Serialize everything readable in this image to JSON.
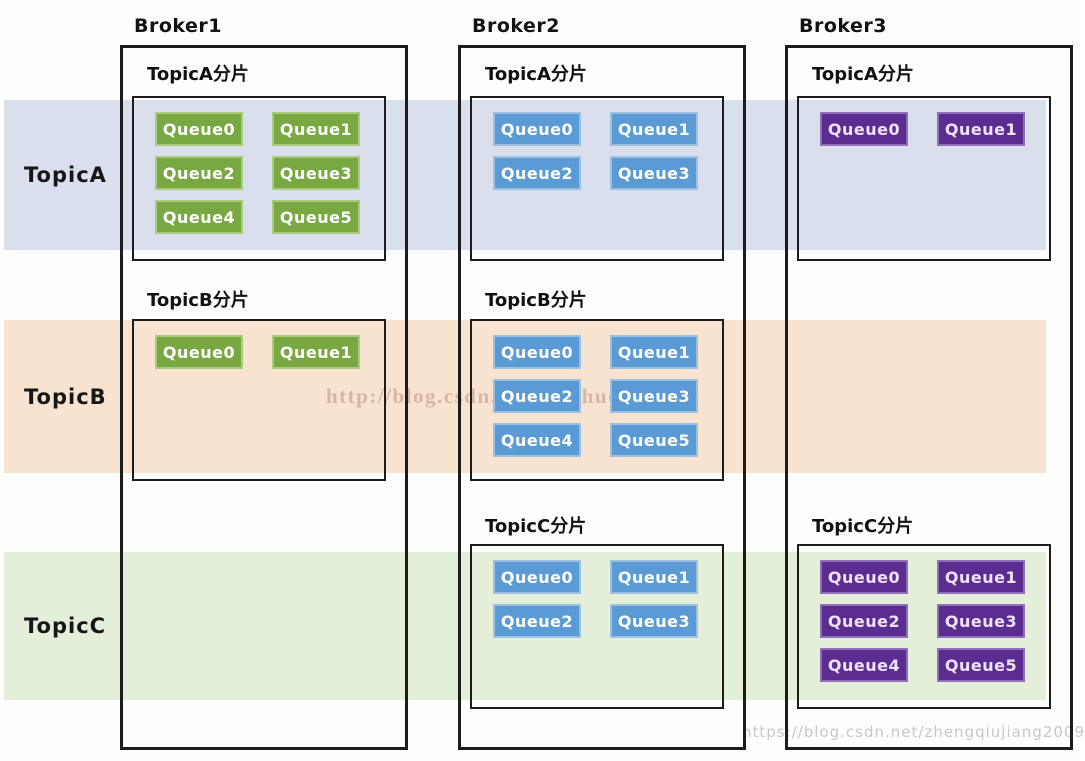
{
  "watermarks": {
    "center": "http://blog.csdn.net/binzhuomobile",
    "bottom_right": "https://blog.csdn.net/zhengqiujiang2009"
  },
  "colors": {
    "band_topic_a": "#dadfee",
    "band_topic_b": "#f8e3d1",
    "band_topic_c": "#e3efd8",
    "broker_border": "#1c1c1c",
    "schemes": {
      "green": {
        "bg": "#79a843",
        "border": "#a9cb7d",
        "text": "#ffffff"
      },
      "blue": {
        "bg": "#5b9bd5",
        "border": "#9cc0e0",
        "text": "#ffffff"
      },
      "purple": {
        "bg": "#5b2d90",
        "border": "#8e6fb8",
        "text": "#eee2fa"
      }
    }
  },
  "bands": [
    {
      "label": "TopicA",
      "color_key": "band_topic_a"
    },
    {
      "label": "TopicB",
      "color_key": "band_topic_b"
    },
    {
      "label": "TopicC",
      "color_key": "band_topic_c"
    }
  ],
  "brokers": [
    {
      "label": "Broker1",
      "shards": [
        {
          "row": 0,
          "title": "TopicA分片",
          "scheme": "green",
          "queues": [
            "Queue0",
            "Queue1",
            "Queue2",
            "Queue3",
            "Queue4",
            "Queue5"
          ]
        },
        {
          "row": 1,
          "title": "TopicB分片",
          "scheme": "green",
          "queues": [
            "Queue0",
            "Queue1"
          ]
        }
      ]
    },
    {
      "label": "Broker2",
      "shards": [
        {
          "row": 0,
          "title": "TopicA分片",
          "scheme": "blue",
          "queues": [
            "Queue0",
            "Queue1",
            "Queue2",
            "Queue3"
          ]
        },
        {
          "row": 1,
          "title": "TopicB分片",
          "scheme": "blue",
          "queues": [
            "Queue0",
            "Queue1",
            "Queue2",
            "Queue3",
            "Queue4",
            "Queue5"
          ]
        },
        {
          "row": 2,
          "title": "TopicC分片",
          "scheme": "blue",
          "queues": [
            "Queue0",
            "Queue1",
            "Queue2",
            "Queue3"
          ]
        }
      ]
    },
    {
      "label": "Broker3",
      "shards": [
        {
          "row": 0,
          "title": "TopicA分片",
          "scheme": "purple",
          "queues": [
            "Queue0",
            "Queue1"
          ]
        },
        {
          "row": 2,
          "title": "TopicC分片",
          "scheme": "purple",
          "queues": [
            "Queue0",
            "Queue1",
            "Queue2",
            "Queue3",
            "Queue4",
            "Queue5"
          ]
        }
      ]
    }
  ]
}
